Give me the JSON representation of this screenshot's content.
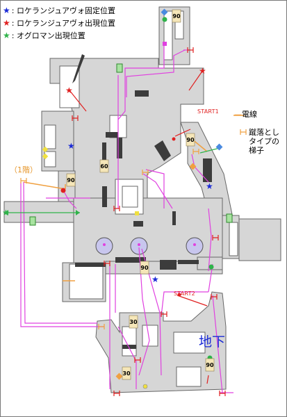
{
  "legend": [
    {
      "color": "#1a2ad6",
      "text": ": ロケランジュアヴォ固定位置"
    },
    {
      "color": "#e02020",
      "text": ": ロケランジュアヴォ出現位置"
    },
    {
      "color": "#2fb34a",
      "text": ": オグロマン出現位置"
    }
  ],
  "side_legend": {
    "wire_label": "電線",
    "ladder_label_lines": [
      "蹴落とし",
      "タイプの",
      "梯子"
    ]
  },
  "labels": {
    "start1": "START1",
    "start2": "START2",
    "first_floor": "（1階）",
    "basement": "地下"
  },
  "markers": {
    "ninety": "90",
    "sixty": "60",
    "thirty": "30"
  },
  "colors": {
    "floor": "#d6d6d6",
    "wall": "#3c3c3c",
    "path": "#e040e0",
    "wire": "#f0a040",
    "star_blue": "#1a2ad6",
    "star_red": "#e02020",
    "star_green": "#2fb34a"
  }
}
